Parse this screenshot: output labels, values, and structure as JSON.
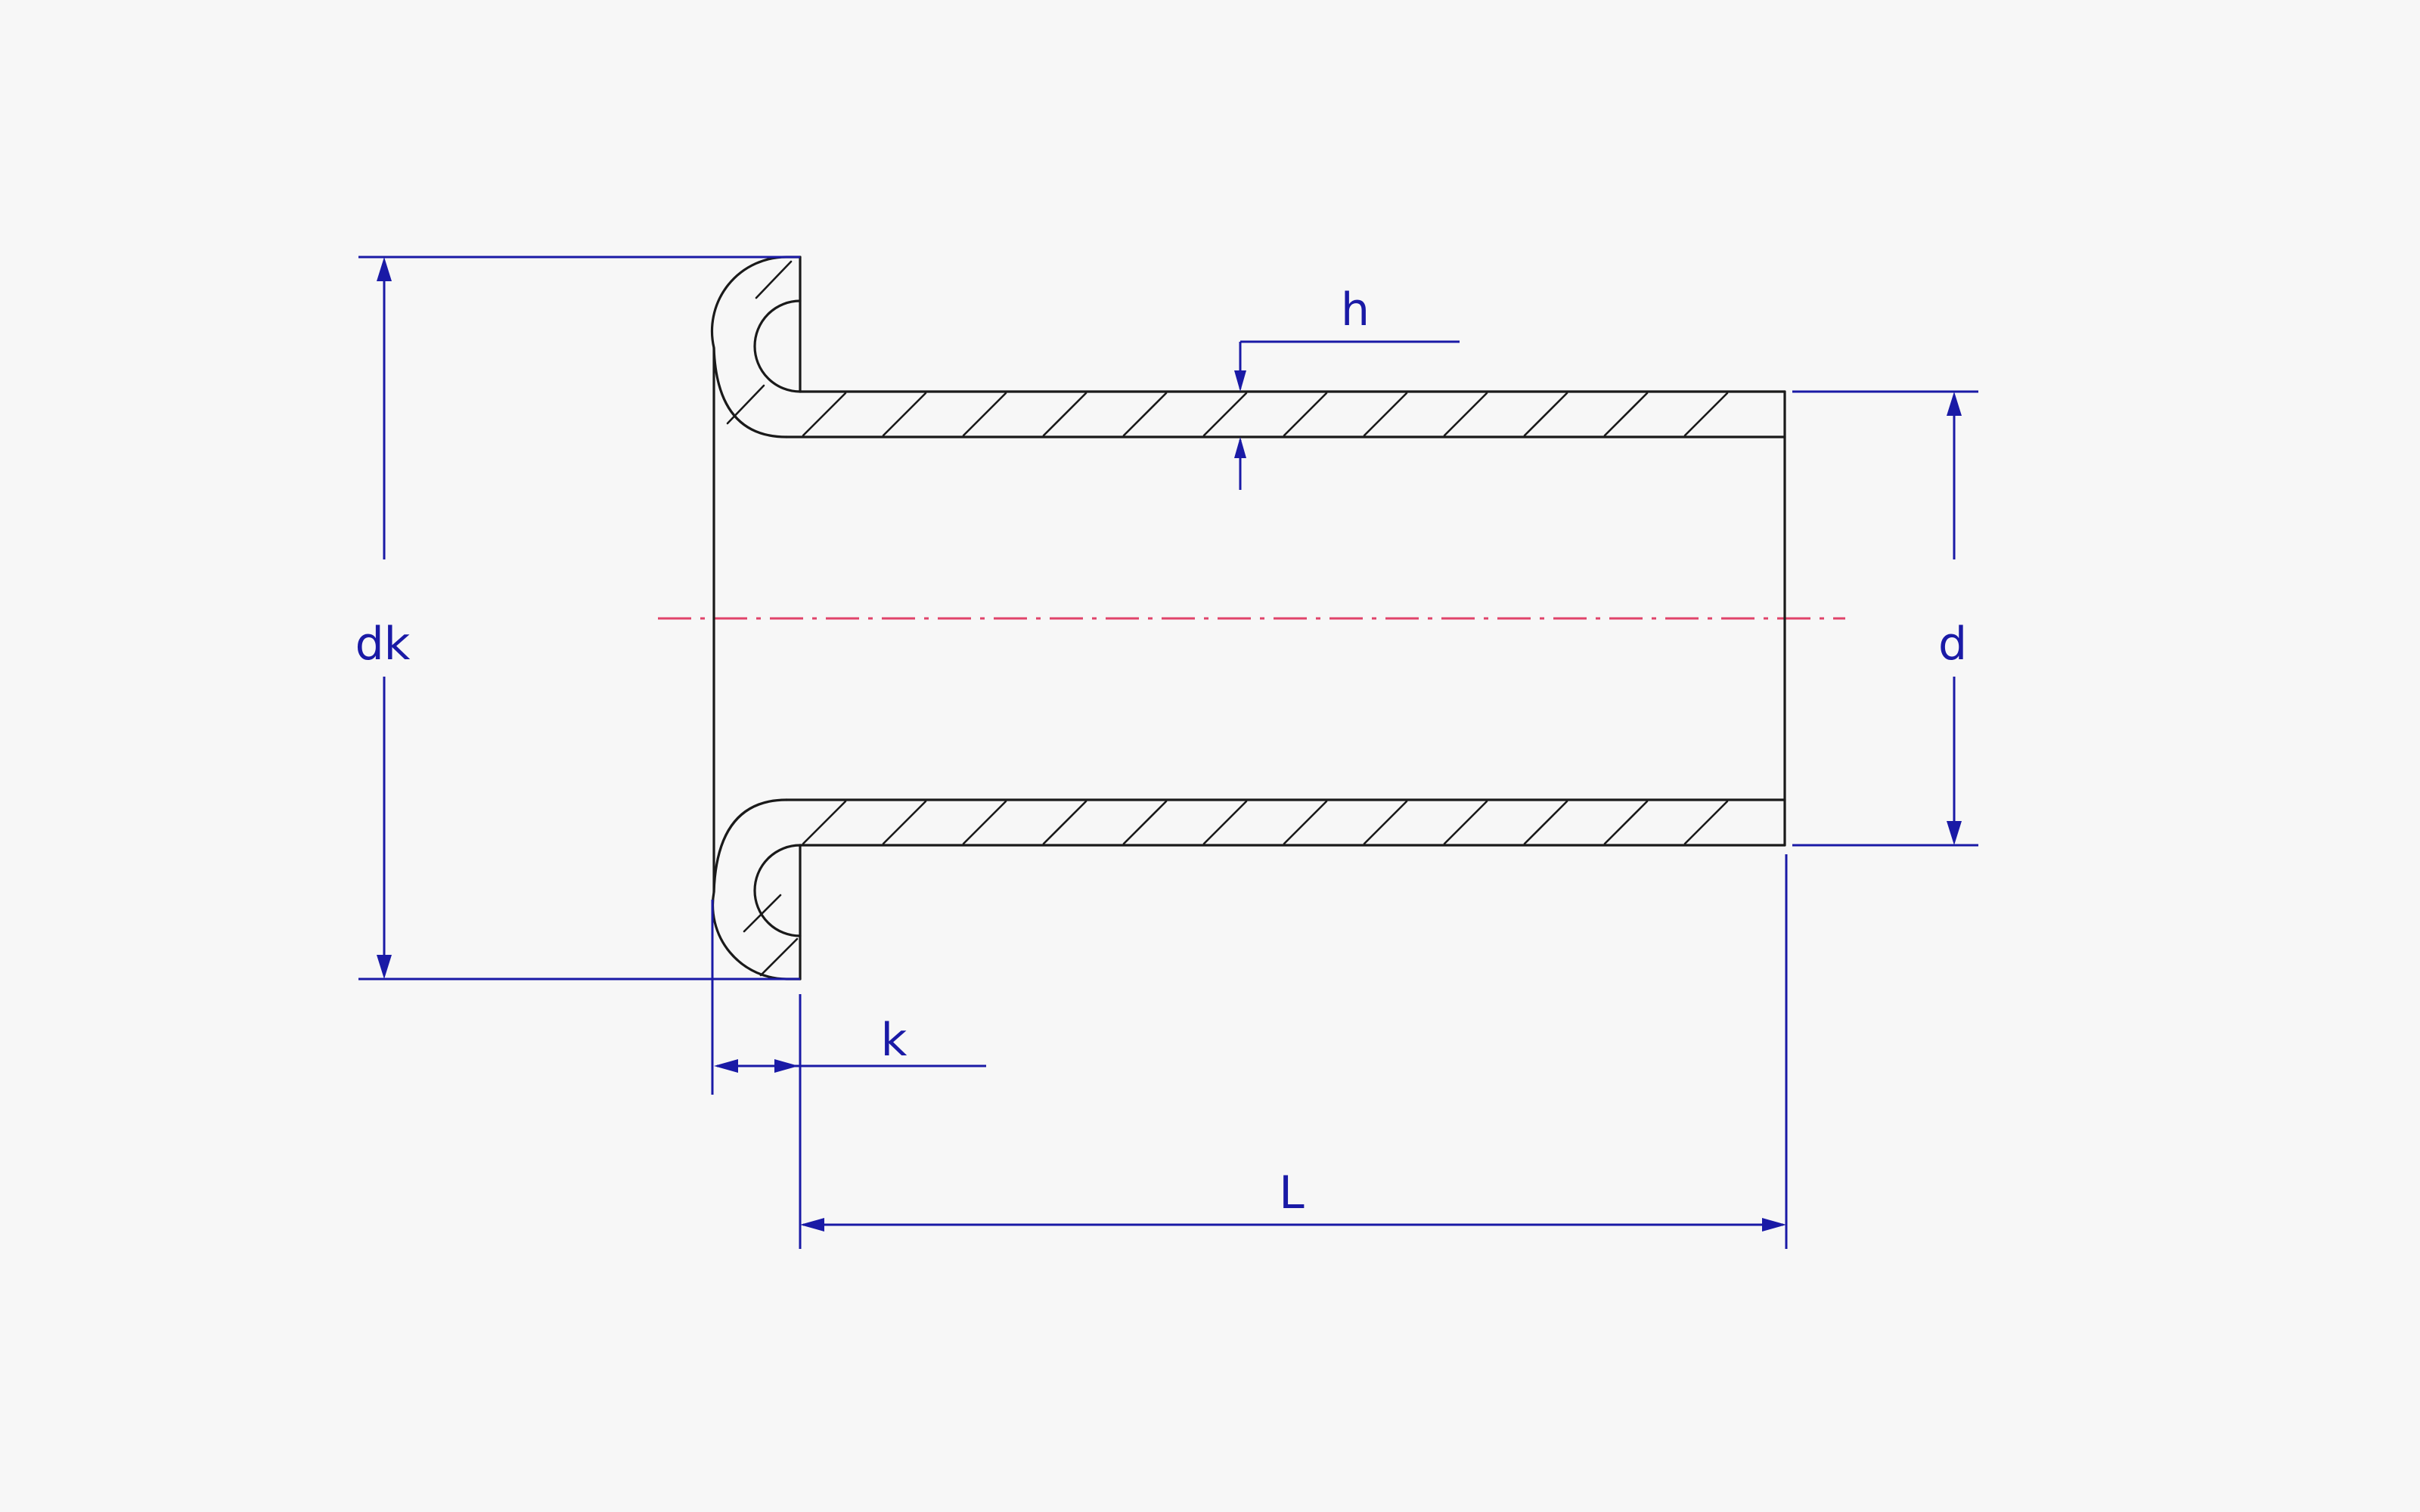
{
  "labels": {
    "head_diameter": "dk",
    "shank_diameter": "d",
    "wall_thickness": "h",
    "head_height": "k",
    "length": "L"
  },
  "colors": {
    "background": "#f7f7f7",
    "outline": "#1a1a1a",
    "dimension": "#1a1aa6",
    "centerline": "#e0436a"
  }
}
